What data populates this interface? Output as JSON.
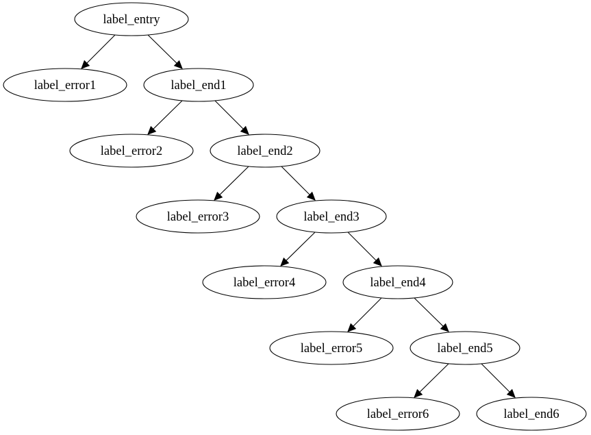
{
  "diagram": {
    "type": "graphviz-digraph",
    "colors": {
      "background": "#ffffff",
      "stroke": "#000000",
      "text": "#000000"
    },
    "nodes": [
      {
        "id": "entry",
        "label": "label_entry"
      },
      {
        "id": "error1",
        "label": "label_error1"
      },
      {
        "id": "end1",
        "label": "label_end1"
      },
      {
        "id": "error2",
        "label": "label_error2"
      },
      {
        "id": "end2",
        "label": "label_end2"
      },
      {
        "id": "error3",
        "label": "label_error3"
      },
      {
        "id": "end3",
        "label": "label_end3"
      },
      {
        "id": "error4",
        "label": "label_error4"
      },
      {
        "id": "end4",
        "label": "label_end4"
      },
      {
        "id": "error5",
        "label": "label_error5"
      },
      {
        "id": "end5",
        "label": "label_end5"
      },
      {
        "id": "error6",
        "label": "label_error6"
      },
      {
        "id": "end6",
        "label": "label_end6"
      }
    ],
    "edges": [
      {
        "from": "entry",
        "to": "error1"
      },
      {
        "from": "entry",
        "to": "end1"
      },
      {
        "from": "end1",
        "to": "error2"
      },
      {
        "from": "end1",
        "to": "end2"
      },
      {
        "from": "end2",
        "to": "error3"
      },
      {
        "from": "end2",
        "to": "end3"
      },
      {
        "from": "end3",
        "to": "error4"
      },
      {
        "from": "end3",
        "to": "end4"
      },
      {
        "from": "end4",
        "to": "error5"
      },
      {
        "from": "end4",
        "to": "end5"
      },
      {
        "from": "end5",
        "to": "error6"
      },
      {
        "from": "end5",
        "to": "end6"
      }
    ]
  }
}
